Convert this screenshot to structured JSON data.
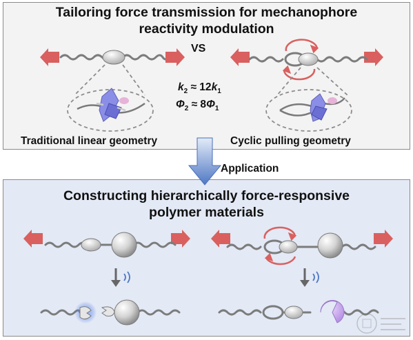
{
  "top_panel": {
    "title_line1": "Tailoring force transmission for mechanophore",
    "title_line2": "reactivity modulation",
    "vs": "VS",
    "eq1": {
      "lhs": "k",
      "lhs_sub": "2",
      "rel": " ≈ 12",
      "rhs": "k",
      "rhs_sub": "1"
    },
    "eq2": {
      "lhs": "Φ",
      "lhs_sub": "2",
      "rel": " ≈ 8",
      "rhs": "Φ",
      "rhs_sub": "1"
    },
    "left_caption": "Traditional linear geometry",
    "right_caption": "Cyclic pulling geometry"
  },
  "transition": {
    "label": "Application"
  },
  "bottom_panel": {
    "title_line1": "Constructing hierarchically force-responsive",
    "title_line2": "polymer materials"
  },
  "colors": {
    "force_arrow": "#d9605f",
    "down_arrow_top": "#dfe8f7",
    "down_arrow_bottom": "#4f78c4",
    "glow": "#3a6ee0",
    "purple_fragment": "#c9a6ec",
    "chain": "#8a8a8a"
  }
}
